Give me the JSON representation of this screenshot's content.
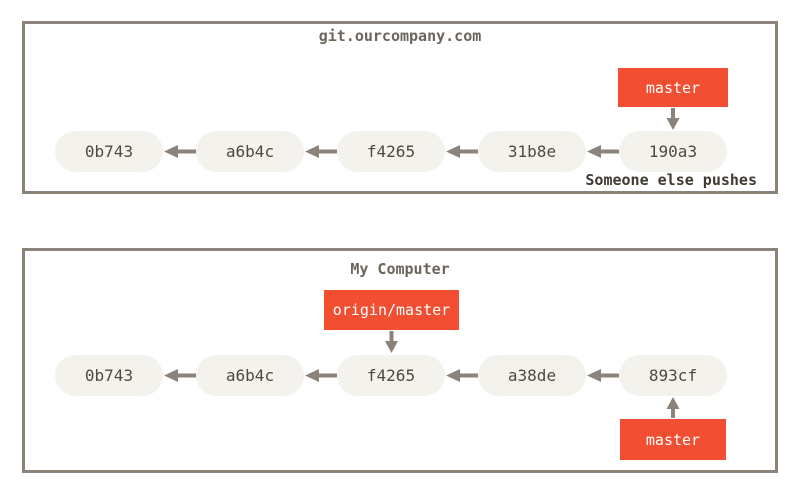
{
  "server": {
    "title": "git.ourcompany.com",
    "commits": [
      "0b743",
      "a6b4c",
      "f4265",
      "31b8e",
      "190a3"
    ],
    "branch_label": "master",
    "caption": "Someone else pushes"
  },
  "local": {
    "title": "My Computer",
    "commits": [
      "0b743",
      "a6b4c",
      "f4265",
      "a38de",
      "893cf"
    ],
    "remote_branch_label": "origin/master",
    "branch_label": "master"
  },
  "colors": {
    "branch_label_bg": "#f14e32",
    "branch_label_text": "#ffffff",
    "commit_node_fill": "#f4f2ec",
    "commit_node_text": "#4e4a42",
    "box_border": "#8b8279",
    "arrow": "#8b8279",
    "title_text": "#6d655b",
    "caption_text": "#3f3a32",
    "background": "#ffffff"
  }
}
